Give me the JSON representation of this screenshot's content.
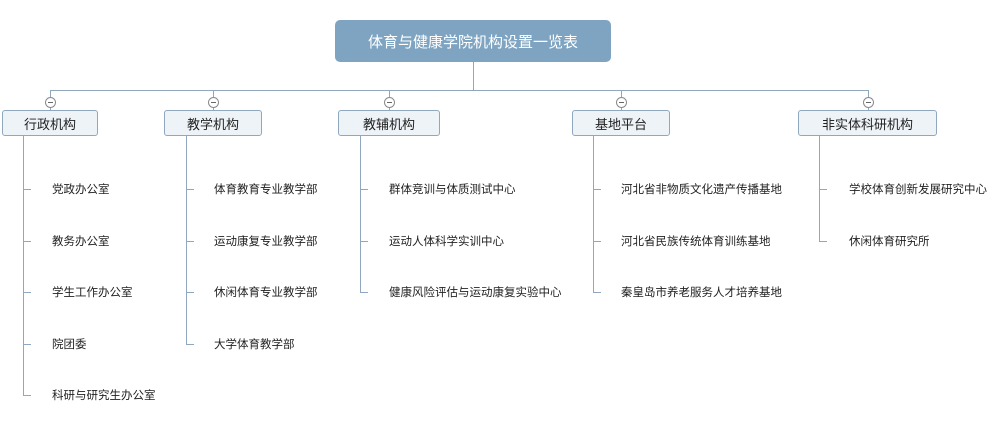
{
  "title": "体育与健康学院机构设置一览表",
  "colors": {
    "root_fill": "#7fa4c2",
    "branch_fill": "#eef3f8",
    "line": "#8fa8bf"
  },
  "branches": [
    {
      "label": "行政机构",
      "children": [
        "党政办公室",
        "教务办公室",
        "学生工作办公室",
        "院团委",
        "科研与研究生办公室"
      ]
    },
    {
      "label": "教学机构",
      "children": [
        "体育教育专业教学部",
        "运动康复专业教学部",
        "休闲体育专业教学部",
        "大学体育教学部"
      ]
    },
    {
      "label": "教辅机构",
      "children": [
        "群体竞训与体质测试中心",
        "运动人体科学实训中心",
        "健康风险评估与运动康复实验中心"
      ]
    },
    {
      "label": "基地平台",
      "children": [
        "河北省非物质文化遗产传播基地",
        "河北省民族传统体育训练基地",
        "秦皇岛市养老服务人才培养基地"
      ]
    },
    {
      "label": "非实体科研机构",
      "children": [
        "学校体育创新发展研究中心",
        "休闲体育研究所"
      ]
    }
  ]
}
